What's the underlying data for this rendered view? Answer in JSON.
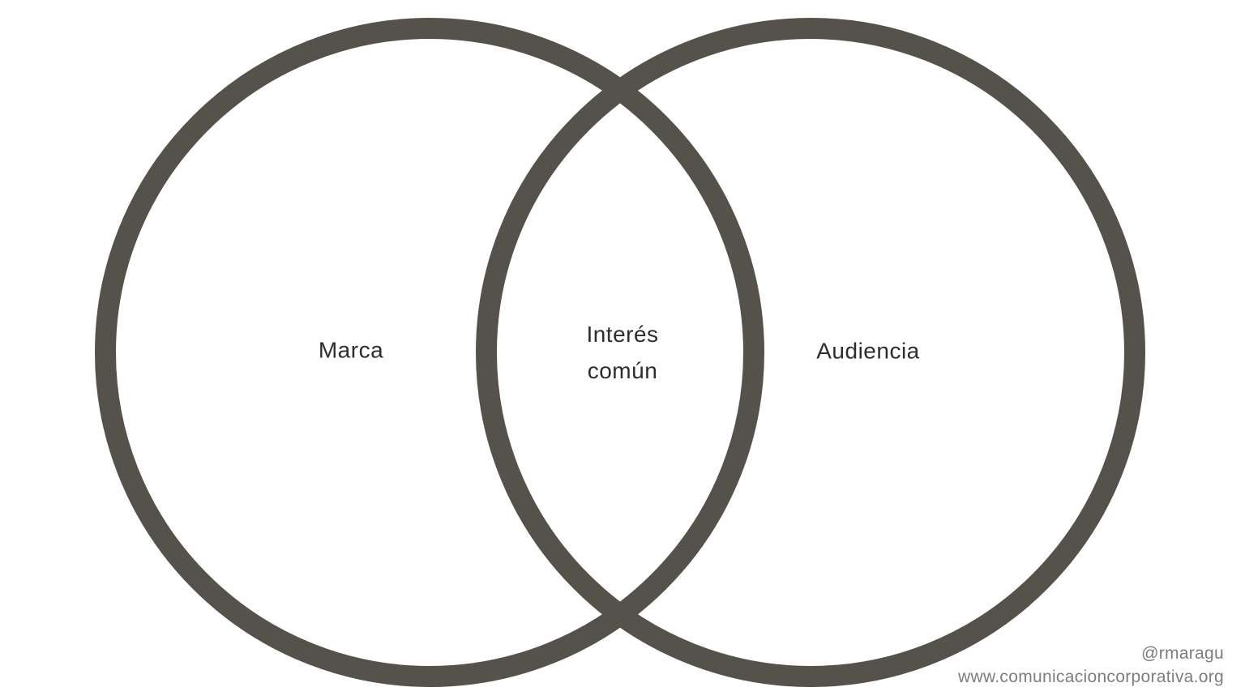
{
  "diagram": {
    "type": "venn",
    "left_circle_label": "Marca",
    "overlap_label_line1": "Interés",
    "overlap_label_line2": "común",
    "right_circle_label": "Audiencia"
  },
  "footer": {
    "handle": "@rmaragu",
    "website": "www.comunicacioncorporativa.org"
  },
  "colors": {
    "circle_stroke": "#54524a",
    "label_text": "#2d2d2d",
    "footer_text": "#7d7d7d",
    "background": "#ffffff"
  }
}
